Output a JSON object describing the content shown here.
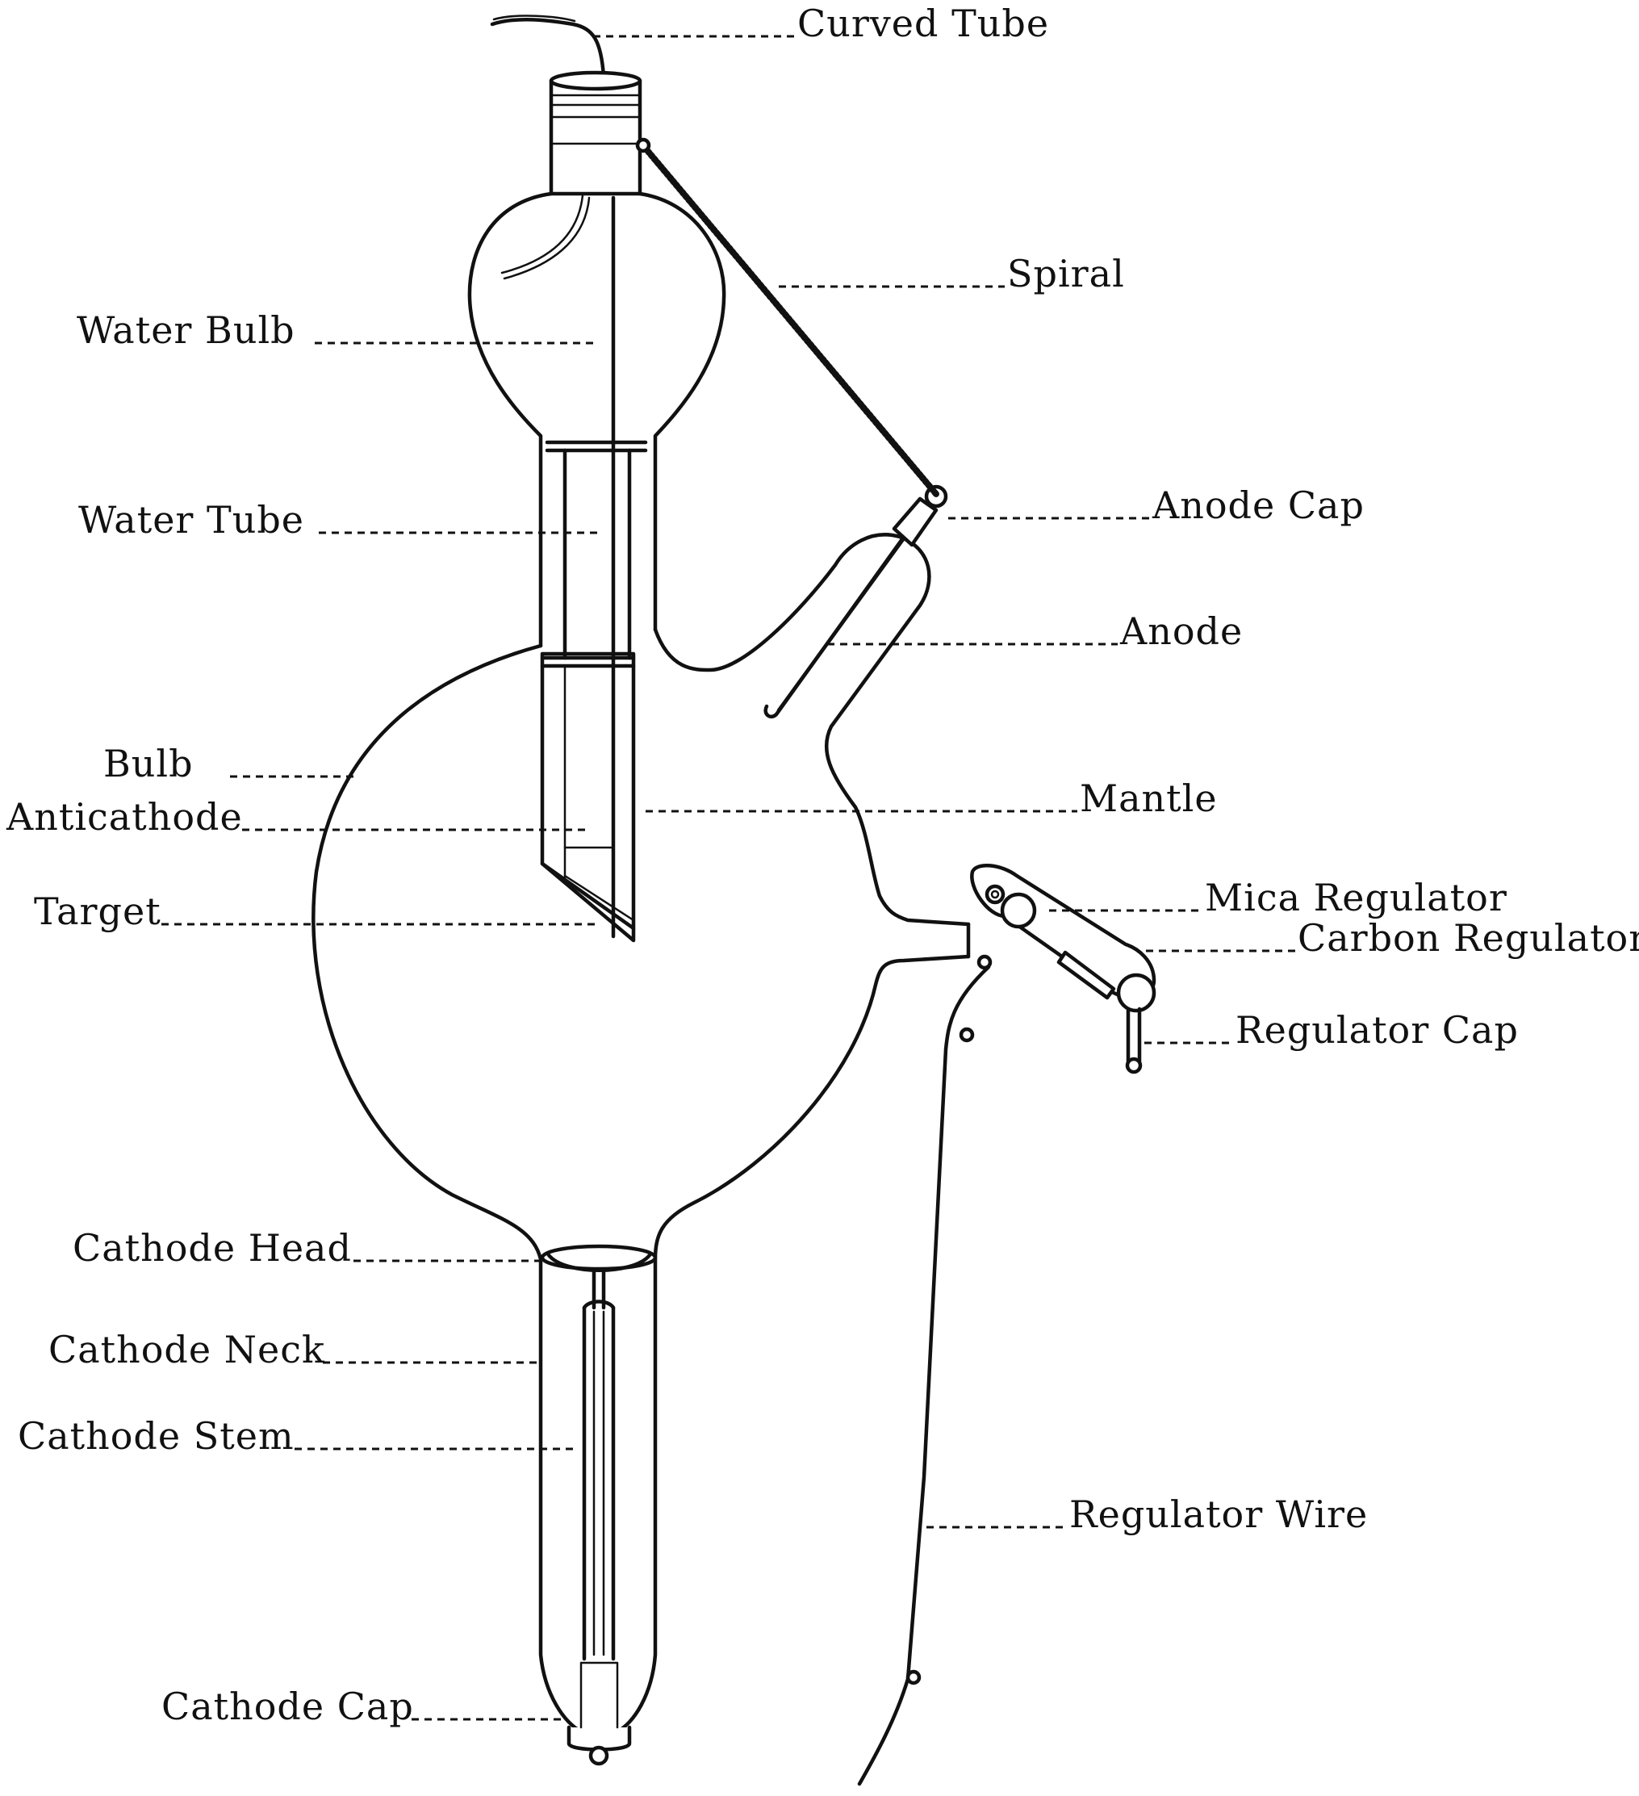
{
  "labels": {
    "curved_tube": "Curved Tube",
    "spiral": "Spiral",
    "water_bulb": "Water Bulb",
    "water_tube": "Water Tube",
    "anode_cap": "Anode Cap",
    "anode": "Anode",
    "bulb": "Bulb",
    "anticathode": "Anticathode",
    "mantle": "Mantle",
    "target": "Target",
    "mica_regulator": "Mica Regulator",
    "carbon_regulator": "Carbon Regulator",
    "regulator_cap": "Regulator Cap",
    "cathode_head": "Cathode Head",
    "cathode_neck": "Cathode Neck",
    "cathode_stem": "Cathode Stem",
    "regulator_wire": "Regulator Wire",
    "cathode_cap": "Cathode Cap"
  },
  "colors": {
    "ink": "#111111",
    "paper": "#ffffff"
  }
}
